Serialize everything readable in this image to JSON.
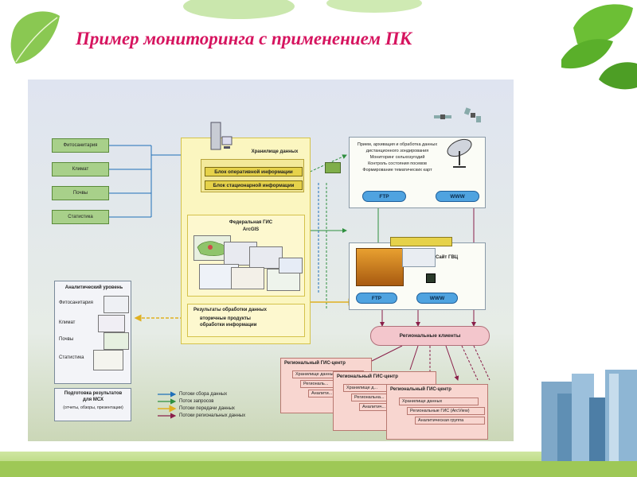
{
  "slide": {
    "title": "Пример мониторинга с применением ПК"
  },
  "diagram": {
    "sources": [
      "Фитосанитария",
      "Климат",
      "Почвы",
      "Статистика"
    ],
    "storage": {
      "title": "Хранилище данных",
      "block_operational": "Блок оперативной информации",
      "block_stationary": "Блок стационарной информации"
    },
    "gis": {
      "title_line1": "Федеральная ГИС",
      "title_line2": "ArcGIS"
    },
    "results": {
      "title": "Результаты обработки данных",
      "line1": "вторичные продукты",
      "line2": "обработки информации"
    },
    "reception": {
      "lines": [
        "Прием, архивация и обработка данных",
        "дистанционного зондирования",
        "Мониторинг сельхозугодий",
        "Контроль состояния посевов",
        "Формирование тематических карт"
      ],
      "ftp": "FTP",
      "www": "WWW"
    },
    "site": {
      "title": "Сайт ГВЦ",
      "ftp": "FTP",
      "www": "WWW"
    },
    "analytic": {
      "title": "Аналитический уровень",
      "items": [
        "Фитосанитария",
        "Климат",
        "Почвы",
        "Статистика"
      ]
    },
    "prep": {
      "line1": "Подготовка результатов",
      "line2": "для МСХ",
      "line3": "(отчеты, обзоры, презентации)"
    },
    "legend": [
      {
        "label": "Потоки сбора данных",
        "color": "#1f6fb8"
      },
      {
        "label": "Поток запросов",
        "color": "#2f8f3f"
      },
      {
        "label": "Потоки передачи данных",
        "color": "#e0b020"
      },
      {
        "label": "Потоки региональных данных",
        "color": "#8a1f4a"
      }
    ],
    "regional_clients": "Региональные клиенты",
    "regional_centers": [
      {
        "title": "Региональный ГИС-центр",
        "rows": [
          "Хранилище данных",
          "Региональ...",
          "Аналити..."
        ]
      },
      {
        "title": "Региональный ГИС-центр",
        "rows": [
          "Хранилище д...",
          "Региональна...",
          "Аналитич..."
        ]
      },
      {
        "title": "Региональный ГИС-центр",
        "rows": [
          "Хранилище данных",
          "Региональные ГИС (ArcView)",
          "Аналитическая группа"
        ]
      }
    ]
  }
}
